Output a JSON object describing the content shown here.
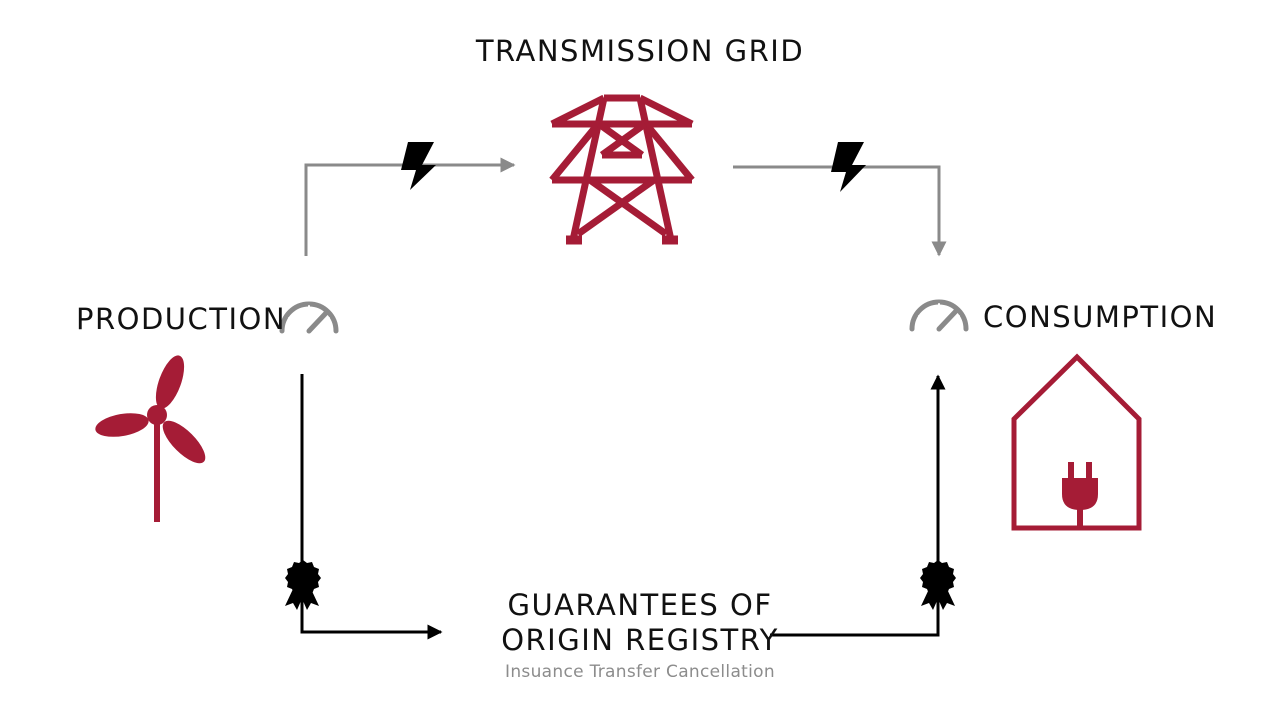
{
  "nodes": {
    "grid": {
      "title": "TRANSMISSION GRID"
    },
    "production": {
      "title": "PRODUCTION"
    },
    "consumption": {
      "title": "CONSUMPTION"
    },
    "registry": {
      "title_line1": "GUARANTEES OF",
      "title_line2": "ORIGIN REGISTRY",
      "subtitle": "Insuance Transfer Cancellation"
    }
  },
  "colors": {
    "accent": "#a51c36",
    "power_flow": "#8a8a8a",
    "certificate_flow": "#000000",
    "meter": "#8a8a8a"
  },
  "icons": {
    "grid": "transmission-tower-icon",
    "production": "wind-turbine-icon",
    "consumption": "house-plug-icon",
    "meter": "speedometer-icon",
    "power": "lightning-bolt-icon",
    "certificate": "award-ribbon-icon"
  }
}
